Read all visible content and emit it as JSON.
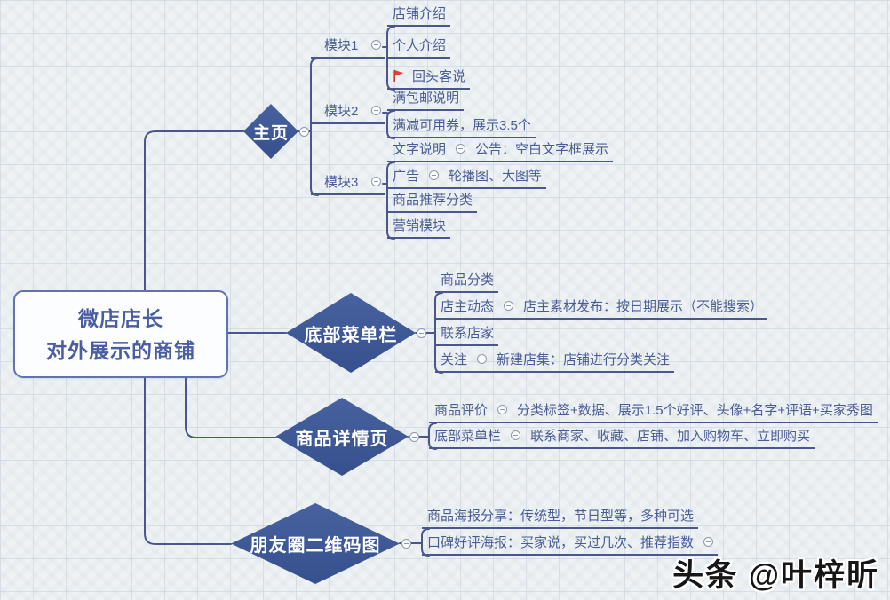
{
  "root": {
    "line1": "微店店长",
    "line2": "对外展示的商铺"
  },
  "homepage": {
    "label": "主页",
    "modules": [
      {
        "label": "模块1"
      },
      {
        "label": "模块2"
      },
      {
        "label": "模块3"
      }
    ],
    "module1_rows": [
      {
        "label": "店铺介绍"
      },
      {
        "label": "个人介绍"
      },
      {
        "label": "回头客说"
      }
    ],
    "module2_rows": [
      {
        "label": "满包邮说明"
      },
      {
        "label": "满减可用券，展示3.5个"
      }
    ],
    "module3_rows": [
      {
        "label": "文字说明",
        "desc": "公告：空白文字框展示"
      },
      {
        "label": "广告",
        "desc": "轮播图、大图等"
      },
      {
        "label": "商品推荐分类"
      },
      {
        "label": "营销模块"
      }
    ]
  },
  "bottom_menu": {
    "label": "底部菜单栏",
    "rows": [
      {
        "label": "商品分类"
      },
      {
        "label": "店主动态",
        "desc": "店主素材发布：按日期展示（不能搜索）"
      },
      {
        "label": "联系店家"
      },
      {
        "label": "关注",
        "desc": "新建店集：店铺进行分类关注"
      }
    ]
  },
  "detail_page": {
    "label": "商品详情页",
    "rows": [
      {
        "label": "商品评价",
        "desc": "分类标签+数据、展示1.5个好评、头像+名字+评语+买家秀图"
      },
      {
        "label": "底部菜单栏",
        "desc": "联系商家、收藏、店铺、加入购物车、立即购买"
      }
    ]
  },
  "moments_qr": {
    "label": "朋友圈二维码图",
    "rows": [
      {
        "label": "商品海报分享：传统型，节日型等，多种可选"
      },
      {
        "label": "口碑好评海报：买家说，买过几次、推荐指数"
      }
    ]
  },
  "watermark": "头条 @叶梓昕",
  "colors": {
    "diamond_fill": "#3d5797",
    "wire": "#4a568c",
    "leaf_text": "#4a5c94",
    "root_text": "#4a5da3",
    "flag": "#e23c36"
  }
}
